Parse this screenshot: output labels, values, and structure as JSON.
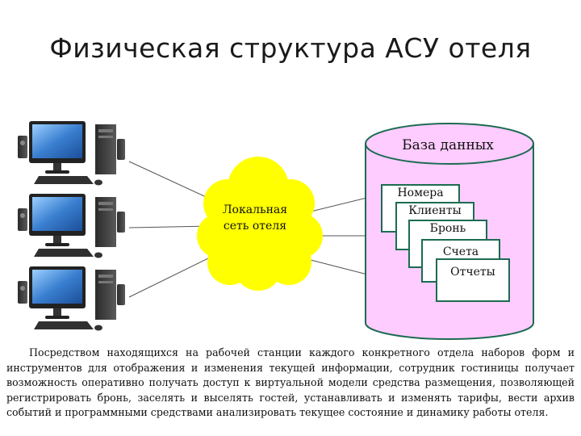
{
  "title": "Физическая структура АСУ отеля",
  "cloud": {
    "line1": "Локальная",
    "line2": "сеть отеля"
  },
  "database": {
    "title": "База данных",
    "items": [
      "Номера",
      "Клиенты",
      "Бронь",
      "Счета",
      "Отчеты"
    ]
  },
  "description": "Посредством находящихся на рабочей станции каждого конкретного отдела наборов форм и инструментов для отображения и изменения текущей информации, сотрудник гостиницы получает возможность оперативно получать доступ к виртуальной модели средства размещения, позволяющей регистрировать бронь, заселять и выселять гостей, устанавливать и изменять тарифы, вести архив событий и программными средствами анализировать текущее состояние и динамику работы отеля.",
  "colors": {
    "cloud": "#ffff00",
    "database": "#ffccff",
    "database_border": "#1c6b52",
    "screen": "#3a7fd0"
  }
}
